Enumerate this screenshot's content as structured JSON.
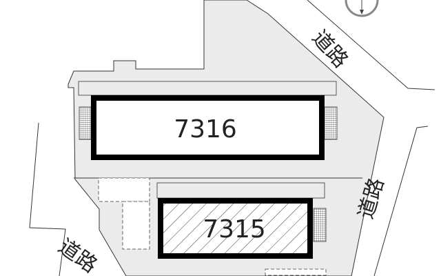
{
  "map": {
    "buildings": [
      {
        "id": "7316",
        "label": "7316",
        "highlighted": false
      },
      {
        "id": "7315",
        "label": "7315",
        "highlighted": true
      }
    ],
    "roads": [
      {
        "label": "道路"
      },
      {
        "label": "道路"
      },
      {
        "label": "道路"
      }
    ],
    "colors": {
      "site_fill": "#ebebeb",
      "line": "#333333",
      "building_border": "#000000",
      "building_fill": "#ffffff"
    },
    "icons": [
      "compass-icon"
    ]
  }
}
